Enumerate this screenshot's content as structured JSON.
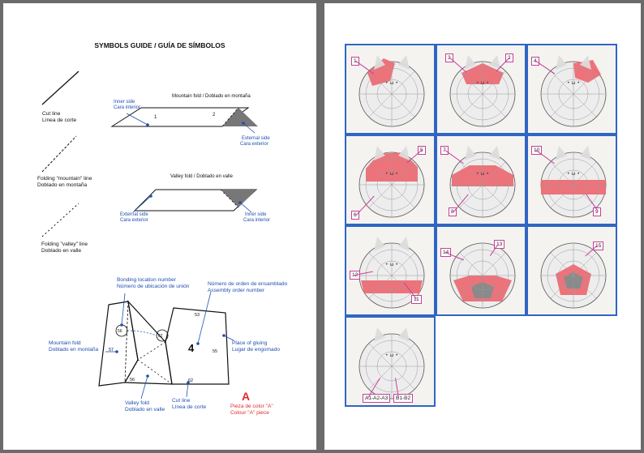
{
  "left_page": {
    "title": "SYMBOLS GUIDE / GUÍA DE SÍMBOLOS",
    "legend": {
      "cut_line": [
        "Cut line",
        "Línea de corte"
      ],
      "mountain_line": [
        "Folding \"mountain\" line",
        "Doblado en montaña"
      ],
      "valley_line": [
        "Folding \"valley\" line",
        "Doblado en valle"
      ]
    },
    "mountain_fold": {
      "title": "Mountain fold / Doblado en montaña",
      "inner": [
        "Inner side",
        "Cara interior"
      ],
      "external": [
        "External side",
        "Cara exterior"
      ],
      "num1": "1",
      "num2": "2"
    },
    "valley_fold": {
      "title": "Valley fold / Doblado en valle",
      "external": [
        "External side",
        "Cara exterior"
      ],
      "inner": [
        "Inner side",
        "Cara interior"
      ]
    },
    "assembly": {
      "bonding": [
        "Bonding location number",
        "Número de ubicación de unión"
      ],
      "order": [
        "Número de orden de ensamblado",
        "Assembly order number"
      ],
      "mountain": [
        "Mountain fold",
        "Doblado en montaña"
      ],
      "gluing": [
        "Place of gluing",
        "Lugar de engomado"
      ],
      "valley": [
        "Valley fold",
        "Doblado en valle"
      ],
      "cut": [
        "Cut line",
        "Línea de corte"
      ],
      "piece_letter": "A",
      "piece": [
        "Pieza de color \"A\"",
        "Colour \"A\" piece"
      ],
      "big_number": "4",
      "circle_a": "56",
      "circle_b": "62",
      "edge_53": "53",
      "edge_55": "55",
      "edge_56": "56",
      "edge_57": "57",
      "edge_62": "62"
    }
  },
  "right_page": {
    "steps": [
      {
        "labels": [
          "1"
        ]
      },
      {
        "labels": [
          "3",
          "2"
        ]
      },
      {
        "labels": [
          "4"
        ]
      },
      {
        "labels": [
          "5",
          "6"
        ]
      },
      {
        "labels": [
          "7",
          "8"
        ]
      },
      {
        "labels": [
          "10",
          "9"
        ]
      },
      {
        "labels": [
          "12",
          "11"
        ]
      },
      {
        "labels": [
          "14",
          "13"
        ]
      },
      {
        "labels": [
          "15"
        ]
      },
      {
        "labels": [
          "A1-A2-A3",
          "B1-B2"
        ]
      }
    ],
    "colors": {
      "border": "#2f66c4",
      "pink": "#ee6b74",
      "leader": "#c7409a"
    }
  }
}
